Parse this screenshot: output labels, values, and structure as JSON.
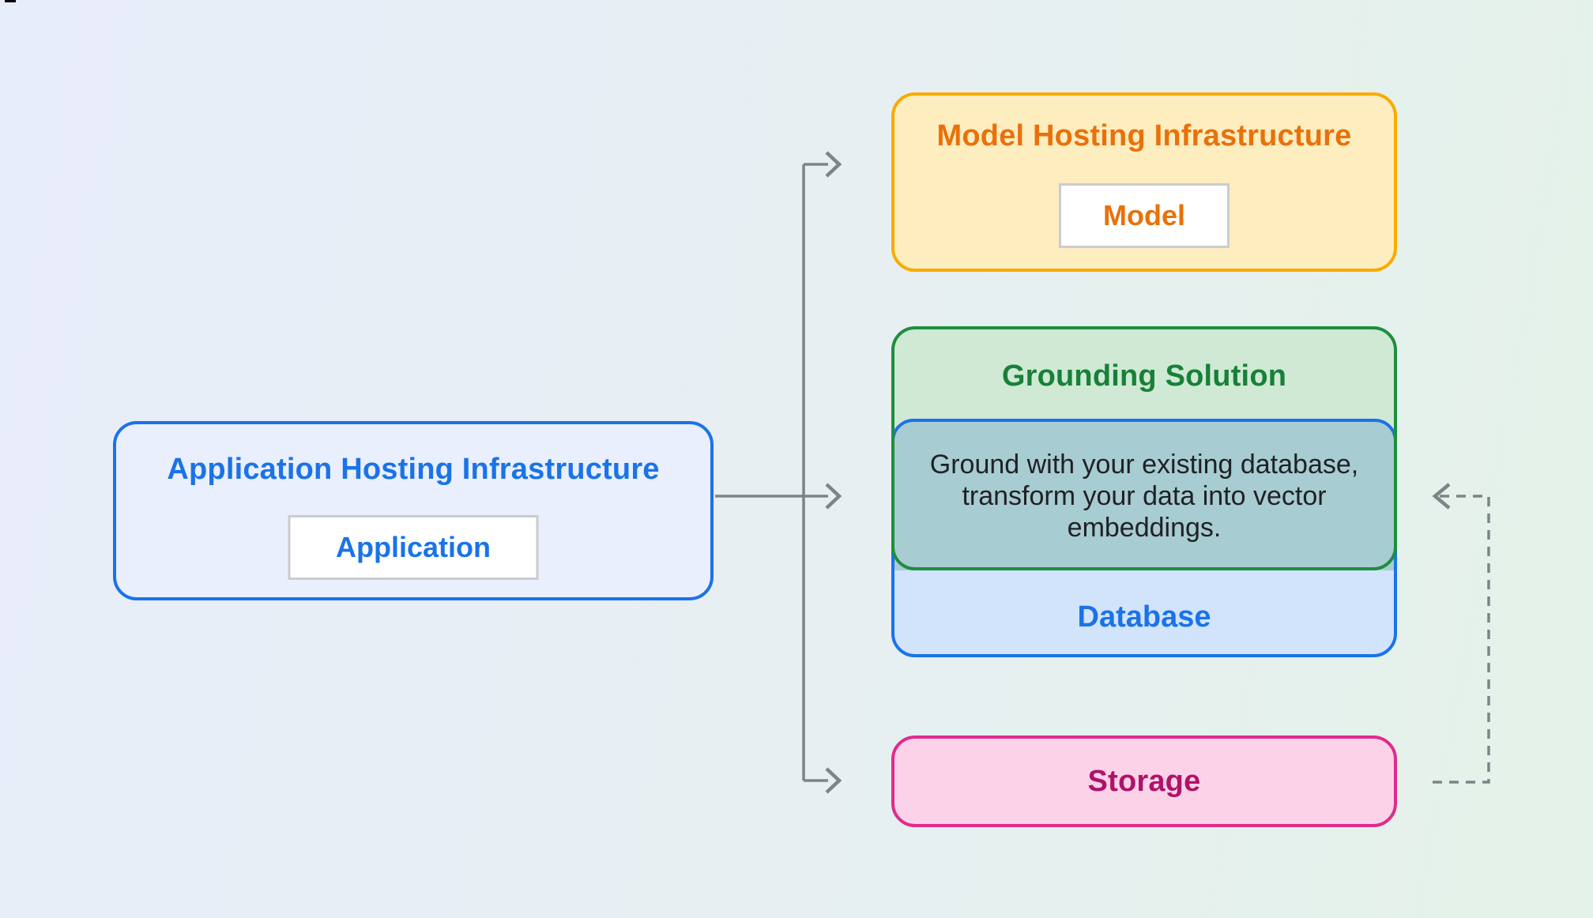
{
  "colors": {
    "bg_left": "#e8edfa",
    "bg_right": "#e4f2e8",
    "blue": "#1a73e8",
    "blue_fill": "#e9effc",
    "db_fill": "#d2e3fc",
    "orange_border": "#f9ab00",
    "orange_text": "#e8710a",
    "orange_fill": "#fdedbf",
    "green_border": "#1e8e3e",
    "green_text": "#188038",
    "green_fill": "#cfe9d4",
    "teal_fill": "#a7ccd2",
    "description_text": "#202124",
    "pink_border": "#e02b8d",
    "pink_text": "#b01268",
    "pink_fill": "#fcd2e9",
    "arrow": "#7e8388",
    "inner_box_border": "#c9ccd1",
    "inner_box_bg": "#ffffff"
  },
  "diagram": {
    "application_hosting": {
      "title": "Application Hosting Infrastructure",
      "inner_label": "Application"
    },
    "model_hosting": {
      "title": "Model Hosting Infrastructure",
      "inner_label": "Model"
    },
    "grounding": {
      "title": "Grounding Solution",
      "description": "Ground with your existing database, transform your data into vector embeddings.",
      "database_label": "Database"
    },
    "storage": {
      "title": "Storage"
    }
  }
}
